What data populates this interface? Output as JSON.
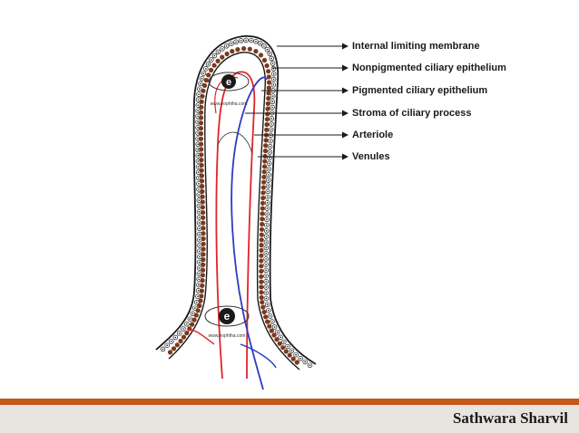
{
  "labels": [
    "Internal limiting membrane",
    "Nonpigmented ciliary epithelium",
    "Pigmented ciliary epithelium",
    "Stroma of ciliary process",
    "Arteriole",
    "Venules"
  ],
  "watermark": {
    "letter": "e",
    "text": "www.eophtha.com"
  },
  "footer": {
    "author": "Sathwara Sharvil"
  },
  "colors": {
    "arteriole": "#e0242b",
    "venule": "#2a3dbf",
    "pigment": "#7a3a1c",
    "footer_bar": "#c5591a",
    "footer_bg": "#e8e5e0"
  }
}
